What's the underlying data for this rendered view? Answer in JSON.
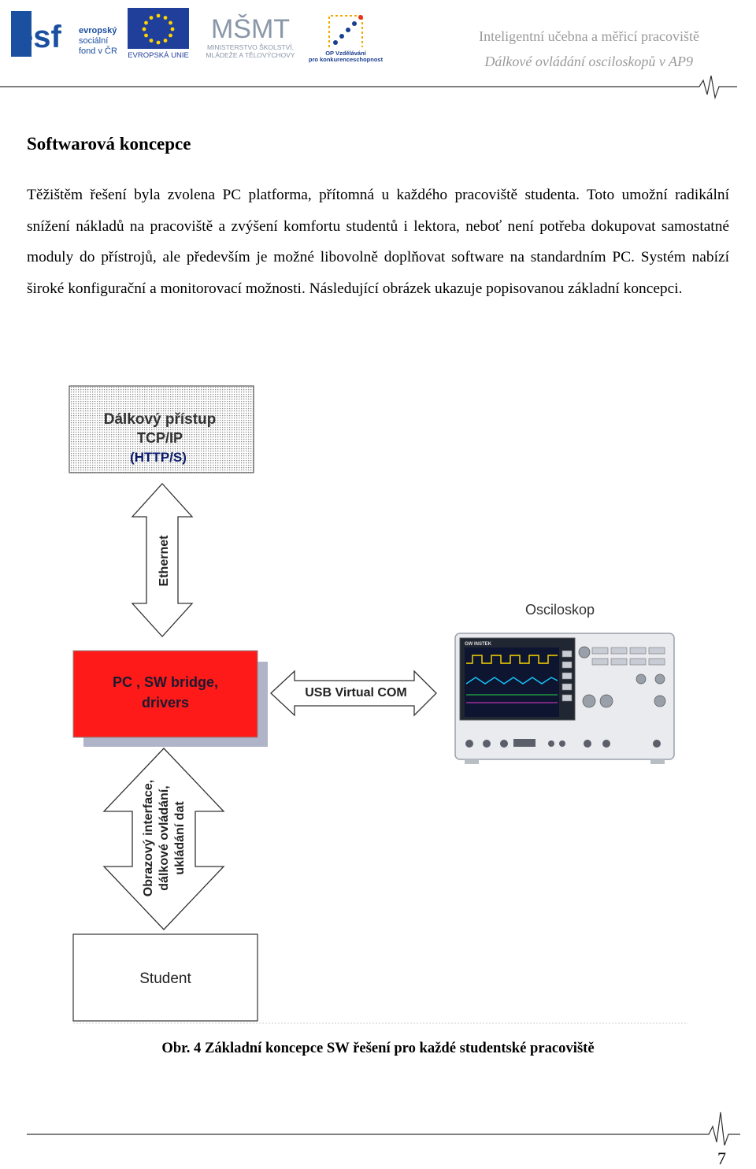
{
  "header": {
    "logos": {
      "esf": {
        "big": "esf",
        "line1": "evropský",
        "line2": "sociální",
        "line3": "fond v ČR"
      },
      "eu": {
        "caption": "EVROPSKÁ UNIE"
      },
      "msmt": {
        "big": "MŠMT",
        "line1": "MINISTERSTVO ŠKOLSTVÍ,",
        "line2": "MLÁDEŽE A TĚLOVÝCHOVY"
      },
      "op": {
        "line1": "OP Vzdělávání",
        "line2": "pro konkurenceschopnost"
      }
    },
    "title": "Inteligentní učebna a měřicí pracoviště",
    "subtitle": "Dálkové ovládání osciloskopů v AP9"
  },
  "section_title": "Softwarová koncepce",
  "paragraph": "Těžištěm řešení byla zvolena PC platforma, přítomná u každého pracoviště studenta. Toto umožní radikální snížení nákladů na pracoviště a zvýšení komfortu studentů i lektora, neboť není potřeba dokupovat samostatné moduly do přístrojů, ale především je možné libovolně doplňovat software na standardním PC. Systém nabízí široké konfigurační a monitorovací možnosti. Následující obrázek ukazuje popisovanou základní koncepci.",
  "diagram": {
    "remote_box": {
      "line1": "Dálkový přístup",
      "line2": "TCP/IP",
      "line3": "(HTTP/S)"
    },
    "ethernet_label": "Ethernet",
    "pc_box": {
      "line1": "PC , SW bridge,",
      "line2": "drivers"
    },
    "usb_label": "USB Virtual COM",
    "scope_label": "Osciloskop",
    "scope_brand": "GW INSTEK",
    "ui_label": {
      "line1": "Obrazový interface,",
      "line2": "dálkové ovládání,",
      "line3": "ukládání dat"
    },
    "student_box": "Student",
    "colors": {
      "pc_red": "#ff1a1a",
      "shadow": "#b0b4c8",
      "blue_text": "#0a1a6a"
    }
  },
  "caption": "Obr. 4 Základní koncepce SW řešení pro každé studentské pracoviště",
  "page_number": "7"
}
